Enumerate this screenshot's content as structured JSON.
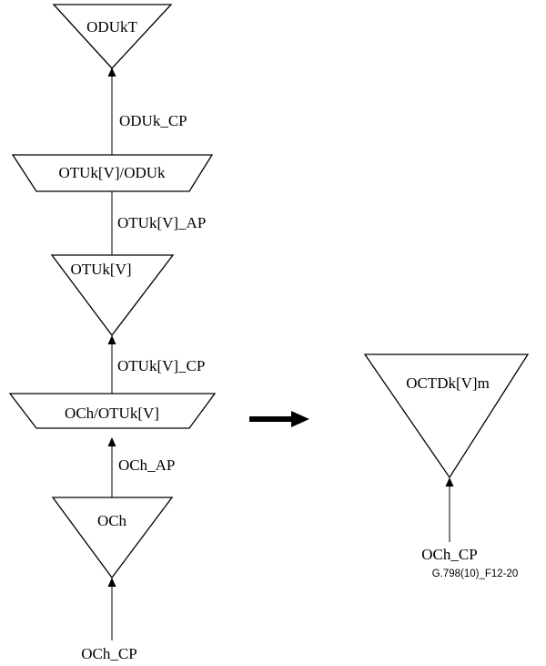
{
  "left_chain": {
    "odukt": "ODUkT",
    "oduk_cp": "ODUk_CP",
    "otuk_oduk": "OTUk[V]/ODUk",
    "otuk_ap": "OTUk[V]_AP",
    "otuk": "OTUk[V]",
    "otuk_cp": "OTUk[V]_CP",
    "och_otuk": "OCh/OTUk[V]",
    "och_ap": "OCh_AP",
    "och": "OCh",
    "och_cp": "OCh_CP"
  },
  "right_chain": {
    "octdk": "OCTDk[V]m",
    "och_cp": "OCh_CP"
  },
  "figure_id": "G.798(10)_F12-20"
}
